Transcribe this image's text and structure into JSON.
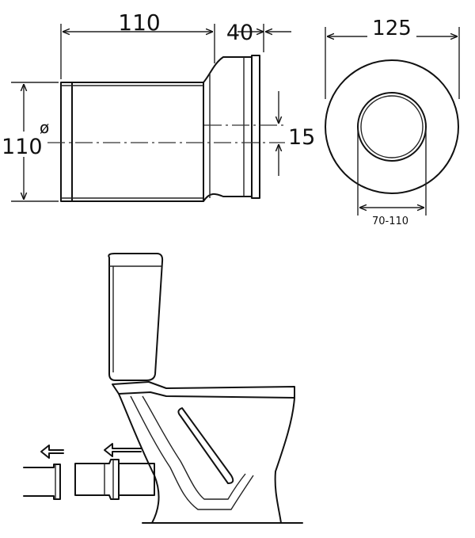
{
  "dimensions": {
    "pipe_length": "110",
    "collar_length": "40",
    "pipe_diameter": "110",
    "diameter_symbol": "ø",
    "offset": "15",
    "outer_diameter": "125",
    "inner_range": "70-110"
  }
}
